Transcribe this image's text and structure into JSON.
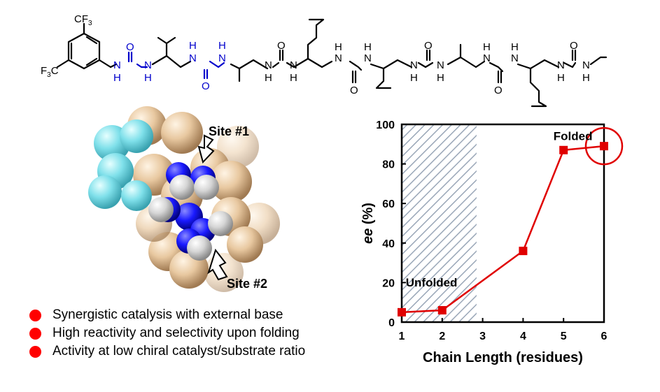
{
  "molecule": {
    "cf3_top": [
      "CF",
      "3"
    ],
    "cf3_left": [
      "F",
      "3",
      "C"
    ],
    "atom_N": "N",
    "atom_H": "H",
    "atom_O": "O",
    "urea_color": "#0000cc"
  },
  "space_fill": {
    "site1": "Site #1",
    "site2": "Site #2",
    "colors": {
      "carbon": "#e8c8a0",
      "fluorine": "#7fe0ea",
      "nitrogen": "#1a1aff",
      "hydrogen": "#d6d6d6"
    }
  },
  "bullets": [
    "Synergistic catalysis with external base",
    "High reactivity and selectivity upon folding",
    "Activity at low chiral catalyst/substrate ratio"
  ],
  "chart_data": {
    "type": "line",
    "xlabel": "Chain Length (residues)",
    "ylabel_italic": "ee",
    "ylabel_unit": " (%)",
    "xlim": [
      1,
      6
    ],
    "ylim": [
      0,
      100
    ],
    "xticks": [
      1,
      2,
      3,
      4,
      5,
      6
    ],
    "yticks": [
      0,
      20,
      40,
      60,
      80,
      100
    ],
    "series": [
      {
        "x": [
          1,
          2,
          4,
          5,
          6
        ],
        "y": [
          5,
          6,
          36,
          87,
          89
        ],
        "color": "#e00000"
      }
    ],
    "shaded_region": {
      "x": [
        1,
        2.85
      ],
      "label": "Unfolded"
    },
    "annotation_folded": "Folded",
    "highlight_circle_at": {
      "x": 6,
      "y": 89
    },
    "line_color": "#e00000",
    "hatch_color": "#9aa7b8"
  }
}
